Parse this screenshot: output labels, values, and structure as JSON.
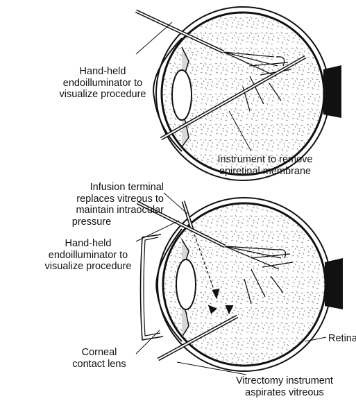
{
  "figure1": {
    "endoilluminator_label": [
      "Hand-held",
      "endoilluminator to",
      "visualize procedure"
    ],
    "instrument_label": [
      "Instrument to remove",
      "epiretinal membrane"
    ]
  },
  "figure2": {
    "infusion_label": [
      "Infusion terminal",
      "replaces vitreous to",
      "maintain intraocular",
      "pressure"
    ],
    "endoilluminator_label": [
      "Hand-held",
      "endoilluminator to",
      "visualize procedure"
    ],
    "retina_label": "Retina",
    "contact_lens_label": [
      "Corneal",
      "contact lens"
    ],
    "vitrectomy_label": [
      "Vitrectomy instrument",
      "aspirates vitreous"
    ]
  }
}
